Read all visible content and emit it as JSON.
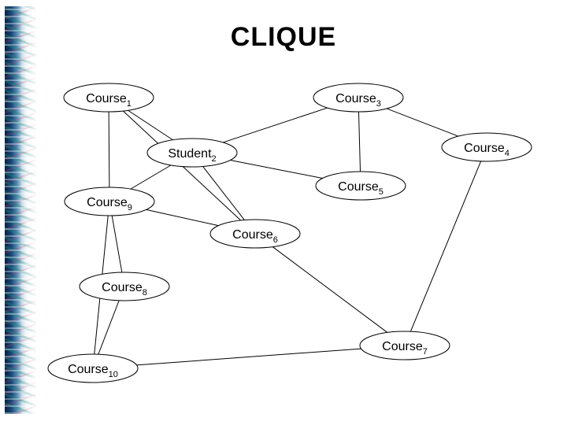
{
  "title": "CLIQUE",
  "nodes": [
    {
      "id": "course1",
      "base": "Course",
      "sub": "1"
    },
    {
      "id": "course3",
      "base": "Course",
      "sub": "3"
    },
    {
      "id": "course4",
      "base": "Course",
      "sub": "4"
    },
    {
      "id": "student2",
      "base": "Student",
      "sub": "2"
    },
    {
      "id": "course5",
      "base": "Course",
      "sub": "5"
    },
    {
      "id": "course9",
      "base": "Course",
      "sub": "9"
    },
    {
      "id": "course6",
      "base": "Course",
      "sub": "6"
    },
    {
      "id": "course8",
      "base": "Course",
      "sub": "8"
    },
    {
      "id": "course7",
      "base": "Course",
      "sub": "7"
    },
    {
      "id": "course10",
      "base": "Course",
      "sub": "10"
    }
  ],
  "edges": [
    [
      "course1",
      "student2"
    ],
    [
      "course1",
      "course9"
    ],
    [
      "course1",
      "course6"
    ],
    [
      "course3",
      "student2"
    ],
    [
      "course3",
      "course5"
    ],
    [
      "course3",
      "course4"
    ],
    [
      "course4",
      "course7"
    ],
    [
      "student2",
      "course5"
    ],
    [
      "student2",
      "course9"
    ],
    [
      "student2",
      "course6"
    ],
    [
      "course9",
      "course6"
    ],
    [
      "course9",
      "course8"
    ],
    [
      "course9",
      "course10"
    ],
    [
      "course6",
      "course7"
    ],
    [
      "course8",
      "course10"
    ],
    [
      "course10",
      "course7"
    ]
  ]
}
